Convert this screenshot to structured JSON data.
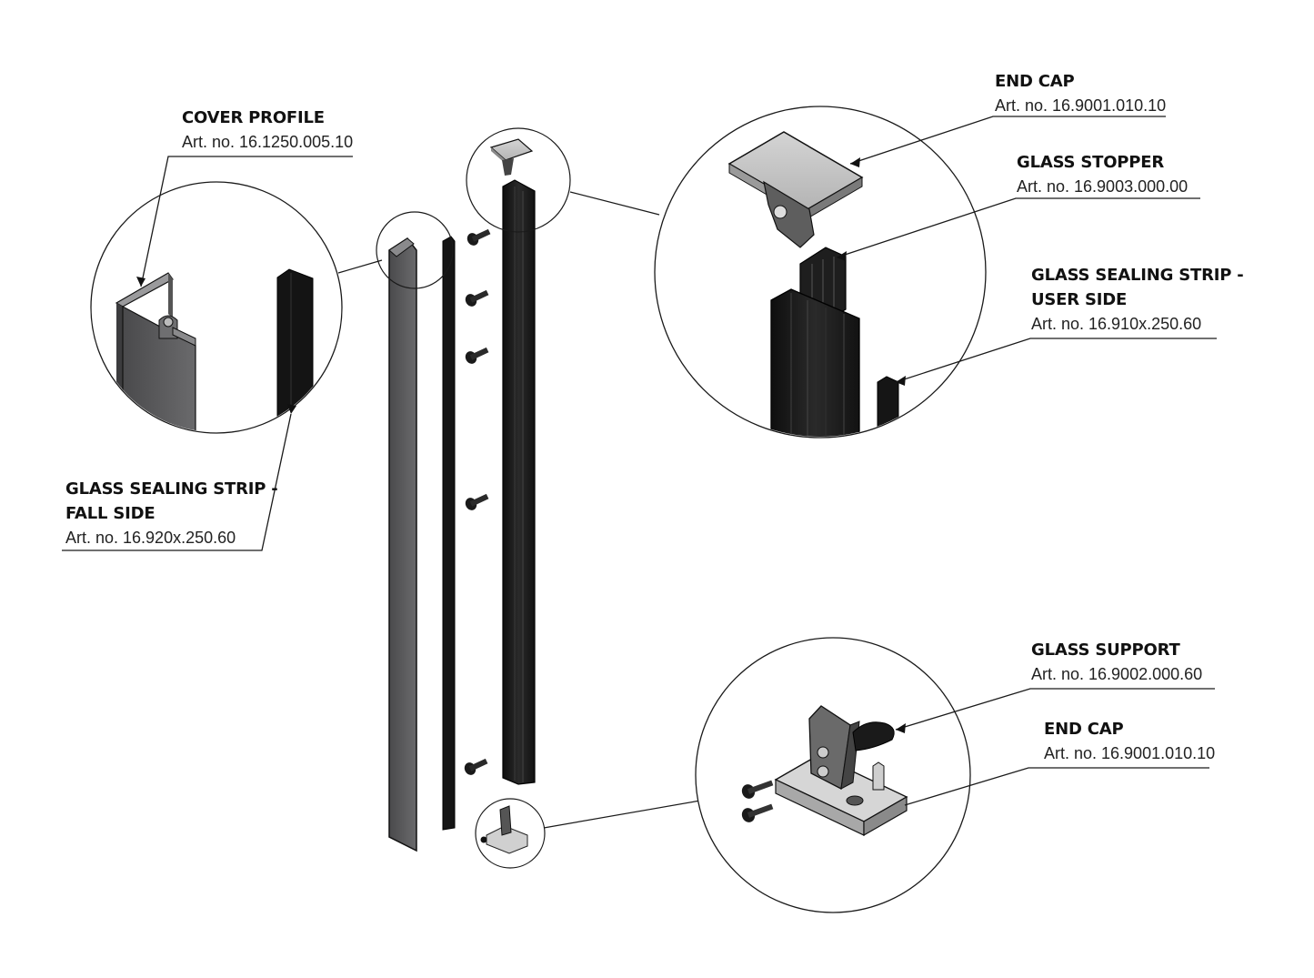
{
  "labels": {
    "cover_profile": {
      "name": "COVER PROFILE",
      "art": "Art. no. 16.1250.005.10"
    },
    "sealing_fall": {
      "name_line1": "GLASS SEALING STRIP -",
      "name_line2": "FALL SIDE",
      "art": "Art. no. 16.920x.250.60"
    },
    "end_cap_top": {
      "name": "END CAP",
      "art": "Art. no. 16.9001.010.10"
    },
    "glass_stopper": {
      "name": "GLASS STOPPER",
      "art": "Art. no. 16.9003.000.00"
    },
    "sealing_user": {
      "name_line1": "GLASS SEALING STRIP -",
      "name_line2": "USER SIDE",
      "art": "Art. no. 16.910x.250.60"
    },
    "glass_support": {
      "name": "GLASS SUPPORT",
      "art": "Art. no. 16.9002.000.60"
    },
    "end_cap_bottom": {
      "name": "END CAP",
      "art": "Art. no. 16.9001.010.10"
    }
  },
  "colors": {
    "profile_dark": "#1c1c1c",
    "profile_grey": "#5a5a5c",
    "cap_light": "#c8c8c8",
    "line": "#1a1a1a"
  }
}
